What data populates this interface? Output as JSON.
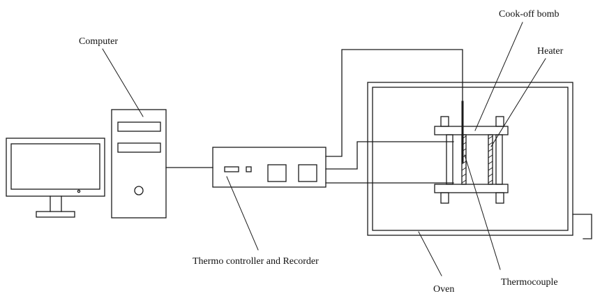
{
  "labels": {
    "computer": "Computer",
    "controller": "Thermo controller and Recorder",
    "cookoff_bomb": "Cook-off bomb",
    "heater": "Heater",
    "thermocouple": "Thermocouple",
    "oven": "Oven"
  }
}
